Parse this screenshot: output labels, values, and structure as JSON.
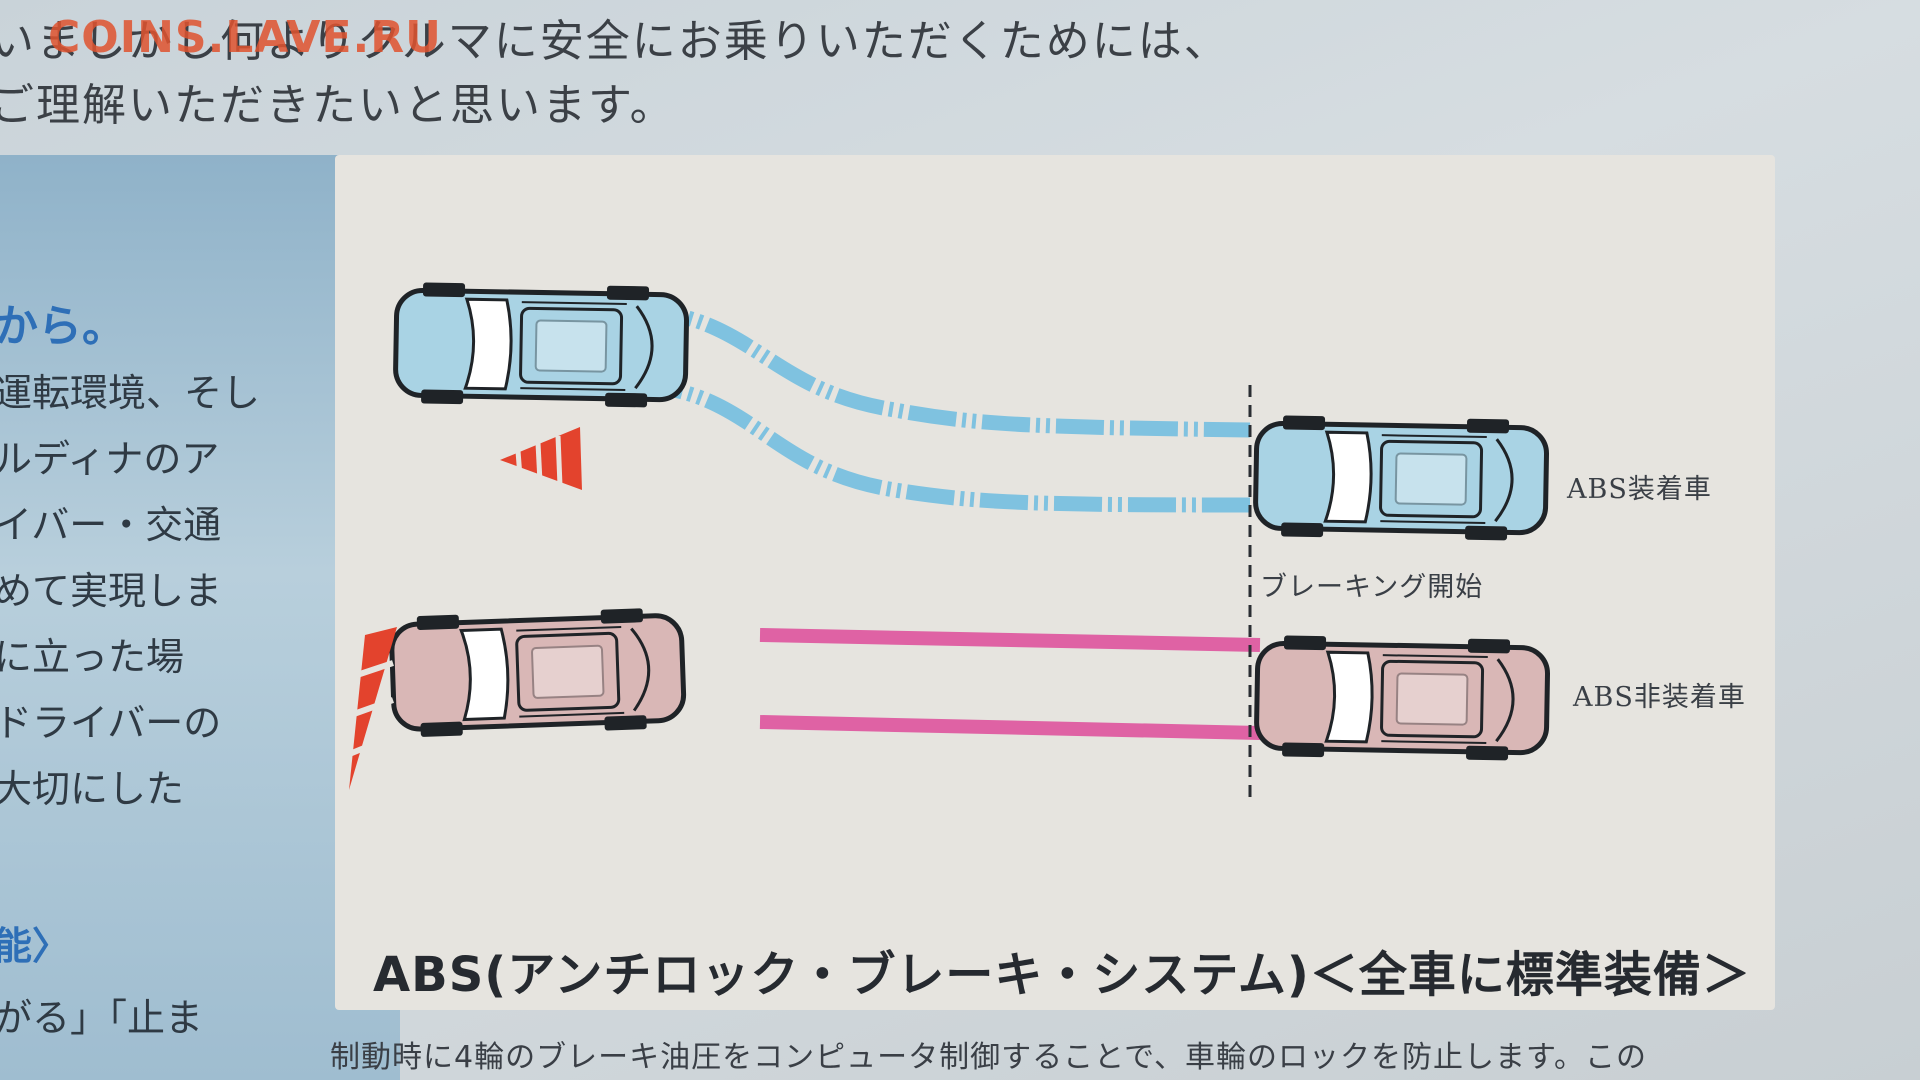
{
  "top_text": {
    "line1": "いましかし何よりクルマに安全にお乗りいただくためには、",
    "line2": "ご理解いただきたいと思います。"
  },
  "watermark": "COINS.LAVE.RU",
  "left_column": {
    "heading": "から。",
    "lines": [
      "運転環境、そし",
      "ルディナのア",
      "イバー・交通",
      "めて実現しま",
      "に立った場",
      "ドライバーの",
      "大切にした"
    ],
    "subheading": "能〉",
    "bottom_line": "がる」「止ま"
  },
  "diagram": {
    "label_with_abs": "ABS装着車",
    "label_without_abs": "ABS非装着車",
    "label_braking_start": "ブレーキング開始",
    "colors": {
      "abs_car": "#a9d3e4",
      "non_abs_car": "#d9b7b6",
      "abs_track": "#7fc2e0",
      "non_abs_track": "#df62a4",
      "cone": "#e3432d"
    }
  },
  "panel_title": "ABS(アンチロック・ブレーキ・システム)＜全車に標準装備＞",
  "caption": "制動時に4輪のブレーキ油圧をコンピュータ制御することで、車輪のロックを防止します。この"
}
